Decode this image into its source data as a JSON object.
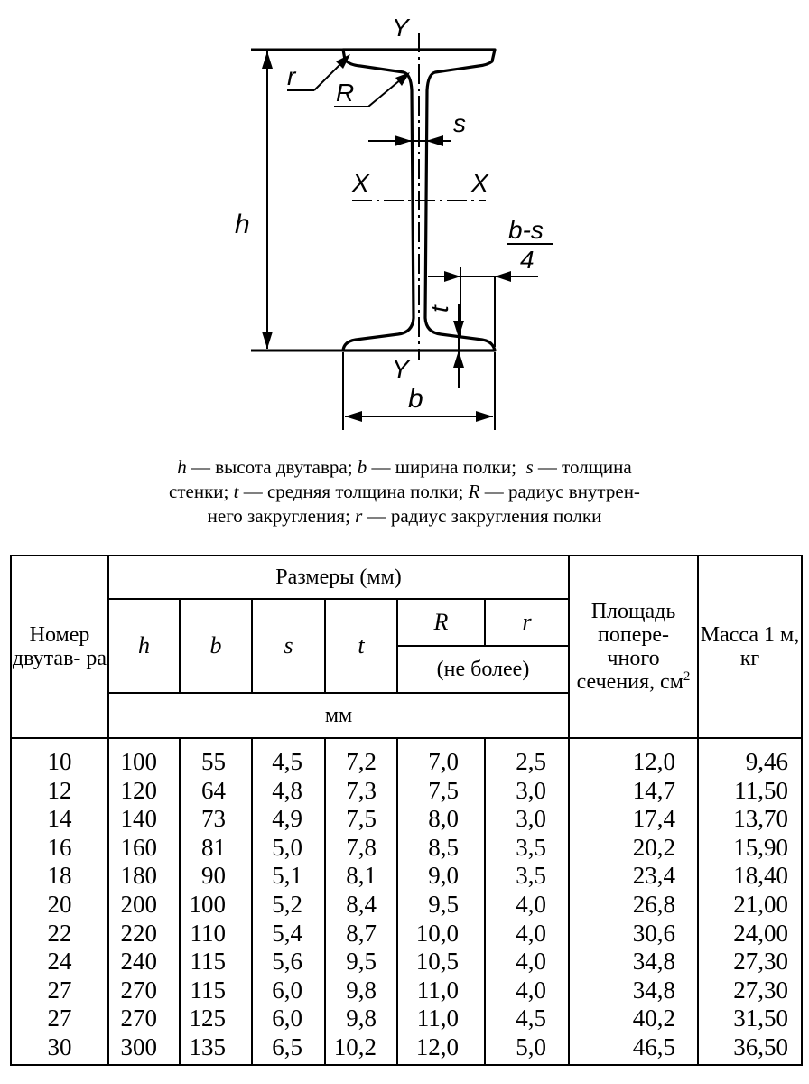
{
  "drawing": {
    "labels": {
      "y_top": "Y",
      "y_bottom": "Y",
      "x_left": "X",
      "x_right": "X",
      "h": "h",
      "b": "b",
      "s": "s",
      "t": "t",
      "R": "R",
      "r": "r",
      "frac_num": "b-s",
      "frac_den": "4"
    }
  },
  "legend": {
    "line1": "— высота двутавра; ",
    "line1b": "— ширина полки; ",
    "line1c": "— толщина",
    "line2": "стенки; ",
    "line2b": "— средняя толщина полки; ",
    "line2c": "— радиус внутрен-",
    "line3": "него закругления; ",
    "line3b": "— радиус закругления полки",
    "sym_h": "h",
    "sym_b": "b",
    "sym_s": "s",
    "sym_t": "t",
    "sym_R": "R",
    "sym_r": "r"
  },
  "table": {
    "header": {
      "number": "Номер двутав-ра",
      "number_l1": "Номер",
      "number_l2": "двутав-",
      "number_l3": "ра",
      "dimensions": "Размеры (мм)",
      "h": "h",
      "b": "b",
      "s": "s",
      "t": "t",
      "R": "R",
      "r": "r",
      "not_more": "(не более)",
      "mm": "мм",
      "area_l1": "Площадь",
      "area_l2": "попере-",
      "area_l3": "чного",
      "area_l4": "сечения,",
      "area_unit": "см",
      "area_exp": "2",
      "mass_l1": "Масса",
      "mass_l2": "1 м,",
      "mass_l3": "кг"
    },
    "rows": [
      [
        "10",
        "100",
        "55",
        "4,5",
        "7,2",
        "7,0",
        "2,5",
        "12,0",
        "9,46"
      ],
      [
        "12",
        "120",
        "64",
        "4,8",
        "7,3",
        "7,5",
        "3,0",
        "14,7",
        "11,50"
      ],
      [
        "14",
        "140",
        "73",
        "4,9",
        "7,5",
        "8,0",
        "3,0",
        "17,4",
        "13,70"
      ],
      [
        "16",
        "160",
        "81",
        "5,0",
        "7,8",
        "8,5",
        "3,5",
        "20,2",
        "15,90"
      ],
      [
        "18",
        "180",
        "90",
        "5,1",
        "8,1",
        "9,0",
        "3,5",
        "23,4",
        "18,40"
      ],
      [
        "20",
        "200",
        "100",
        "5,2",
        "8,4",
        "9,5",
        "4,0",
        "26,8",
        "21,00"
      ],
      [
        "22",
        "220",
        "110",
        "5,4",
        "8,7",
        "10,0",
        "4,0",
        "30,6",
        "24,00"
      ],
      [
        "24",
        "240",
        "115",
        "5,6",
        "9,5",
        "10,5",
        "4,0",
        "34,8",
        "27,30"
      ],
      [
        "27",
        "270",
        "115",
        "6,0",
        "9,8",
        "11,0",
        "4,0",
        "34,8",
        "27,30"
      ],
      [
        "27",
        "270",
        "125",
        "6,0",
        "9,8",
        "11,0",
        "4,5",
        "40,2",
        "31,50"
      ],
      [
        "30",
        "300",
        "135",
        "6,5",
        "10,2",
        "12,0",
        "5,0",
        "46,5",
        "36,50"
      ]
    ]
  }
}
